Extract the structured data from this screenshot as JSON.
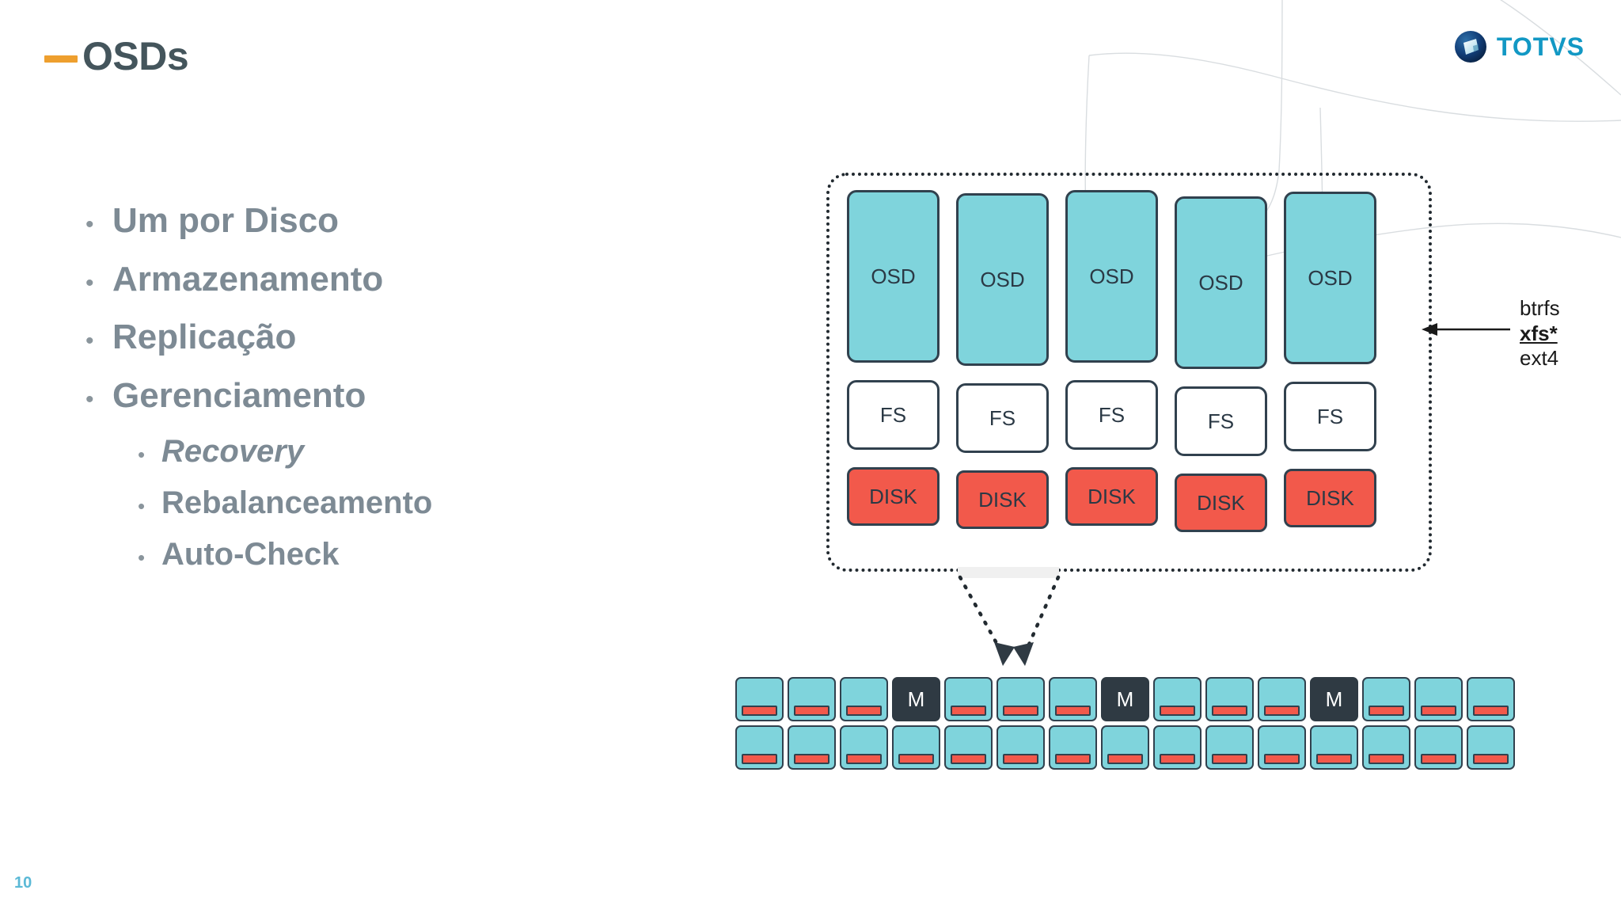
{
  "slide": {
    "title": "OSDs",
    "page_number": "10",
    "accent_color": "#EE9F2E",
    "title_color": "#44555C",
    "bullet_color": "#7D8A94",
    "page_number_color": "#5BB9D6"
  },
  "logo": {
    "name": "totvs-logo",
    "text": "TOTVS",
    "mark_color": "#0B3C7A",
    "text_color": "#1298C4"
  },
  "bullets": [
    {
      "level": 1,
      "text": "Um por Disco",
      "marker": "•",
      "italic": false
    },
    {
      "level": 1,
      "text": "Armazenamento",
      "marker": "•",
      "italic": false
    },
    {
      "level": 1,
      "text": "Replicação",
      "marker": "•",
      "italic": false
    },
    {
      "level": 1,
      "text": "Gerenciamento",
      "marker": "•",
      "italic": false
    },
    {
      "level": 2,
      "text": "Recovery",
      "marker": "•",
      "italic": true
    },
    {
      "level": 2,
      "text": "Rebalanceamento",
      "marker": "•",
      "italic": false
    },
    {
      "level": 2,
      "text": "Auto-Check",
      "marker": "•",
      "italic": false
    }
  ],
  "diagram": {
    "host": {
      "border_style": "dotted",
      "columns": [
        {
          "osd": "OSD",
          "fs": "FS",
          "disk": "DISK"
        },
        {
          "osd": "OSD",
          "fs": "FS",
          "disk": "DISK"
        },
        {
          "osd": "OSD",
          "fs": "FS",
          "disk": "DISK"
        },
        {
          "osd": "OSD",
          "fs": "FS",
          "disk": "DISK"
        },
        {
          "osd": "OSD",
          "fs": "FS",
          "disk": "DISK"
        }
      ],
      "colors": {
        "osd_fill": "#7FD4DC",
        "fs_fill": "#FFFFFF",
        "disk_fill": "#F2594B",
        "stroke": "#31414E"
      }
    },
    "fs_callout": {
      "options": [
        {
          "label": "btrfs",
          "highlighted": false
        },
        {
          "label": "xfs*",
          "highlighted": true
        },
        {
          "label": "ext4",
          "highlighted": false
        }
      ]
    },
    "cluster": {
      "monitor_label": "M",
      "rows": [
        [
          "node",
          "node",
          "node",
          "mon",
          "node",
          "node",
          "node",
          "mon",
          "node",
          "node",
          "node",
          "mon",
          "node",
          "node",
          "node"
        ],
        [
          "node",
          "node",
          "node",
          "node",
          "node",
          "node",
          "node",
          "node",
          "node",
          "node",
          "node",
          "node",
          "node",
          "node",
          "node"
        ]
      ],
      "colors": {
        "node_fill": "#7FD4DC",
        "node_bar_fill": "#F2594B",
        "monitor_fill": "#2F3A43",
        "stroke": "#31414E"
      }
    }
  }
}
